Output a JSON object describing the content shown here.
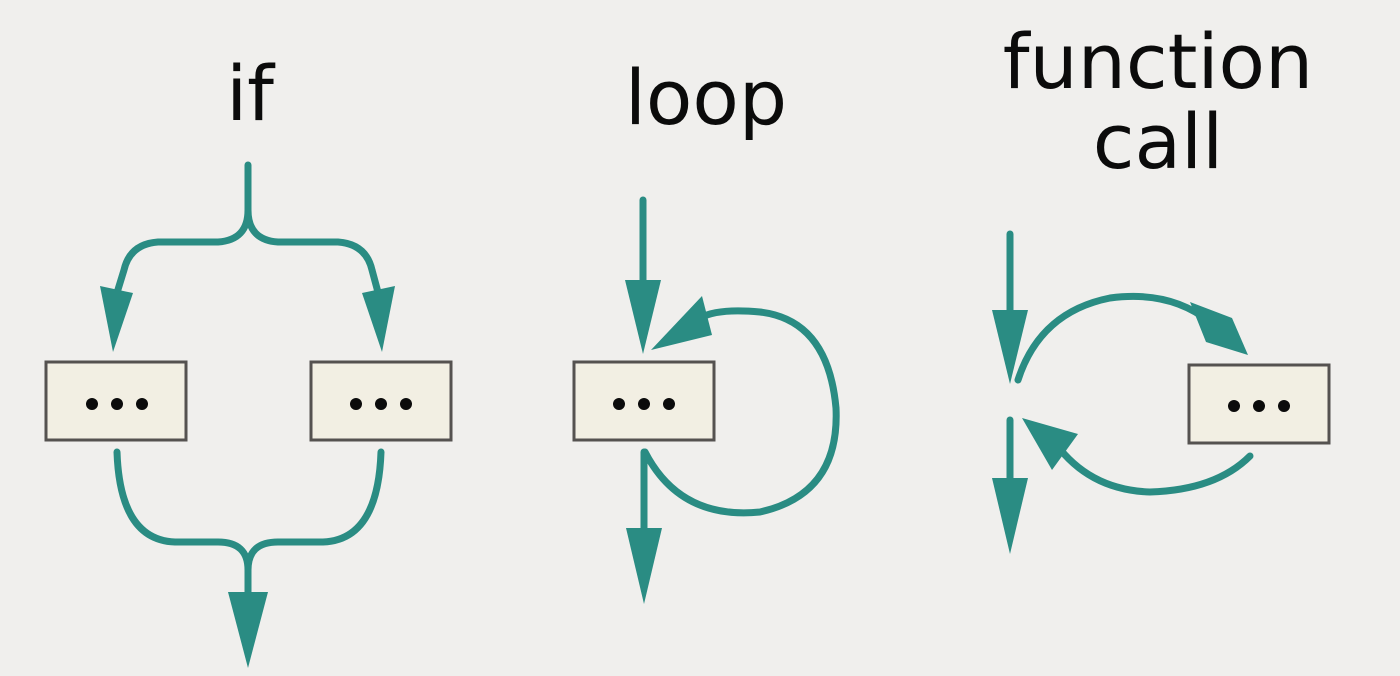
{
  "background_color": "#f0efed",
  "arrow_color": "#2a8c83",
  "box_fill_color": "#f2efe3",
  "panels": [
    {
      "id": "if",
      "title_lines": [
        "if"
      ],
      "blocks": [
        {
          "text": "•••"
        },
        {
          "text": "•••"
        }
      ]
    },
    {
      "id": "loop",
      "title_lines": [
        "loop"
      ],
      "blocks": [
        {
          "text": "•••"
        }
      ]
    },
    {
      "id": "function-call",
      "title_lines": [
        "function",
        "call"
      ],
      "blocks": [
        {
          "text": "•••"
        }
      ]
    }
  ]
}
